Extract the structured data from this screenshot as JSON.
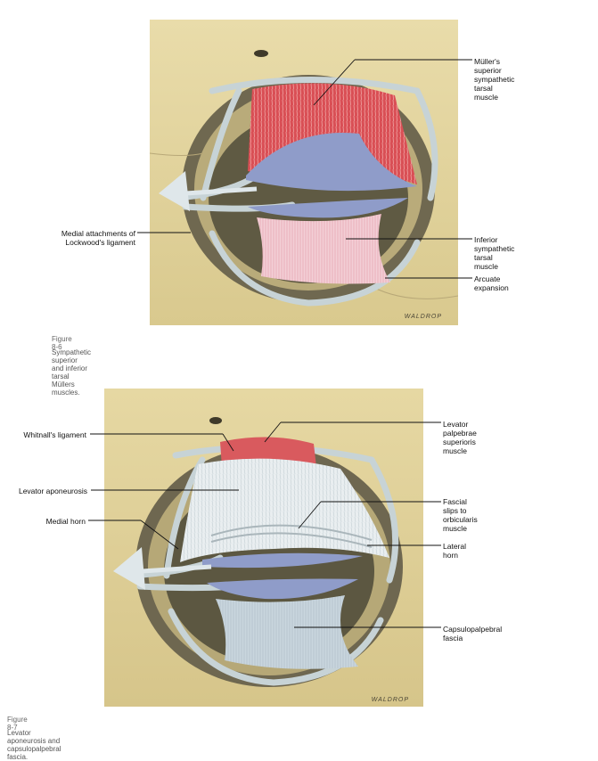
{
  "figures": [
    {
      "number": "Figure 8-6",
      "caption": "Sympathetic superior and inferior tarsal Müllers muscles.",
      "signature": "WALDROP",
      "labels": {
        "superior": "Müller's superior\nsympathetic tarsal\nmuscle",
        "medial": "Medial attachments of\nLockwood's ligament",
        "inferior": "Inferior sympathetic\ntarsal muscle",
        "arcuate": "Arcuate expansion"
      }
    },
    {
      "number": "Figure 8-7",
      "caption": "Levator aponeurosis and capsulopalpebral fascia.",
      "signature": "WALDROP",
      "labels": {
        "whitnall": "Whitnall's ligament",
        "aponeurosis": "Levator aponeurosis",
        "medial_horn": "Medial horn",
        "levator": "Levator palpebrae\nsuperioris muscle",
        "fascial": "Fascial slips to\norbicularis muscle",
        "lateral_horn": "Lateral horn",
        "capsulo": "Capsulopalpebral\nfascia"
      }
    }
  ]
}
